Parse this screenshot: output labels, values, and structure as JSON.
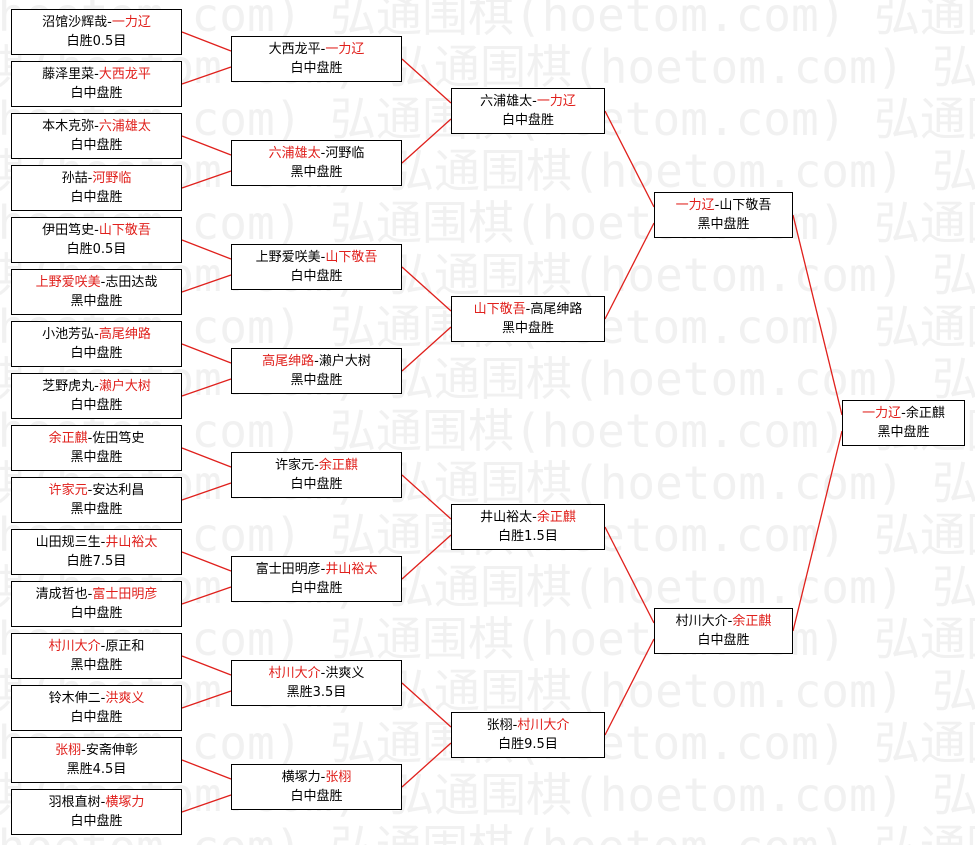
{
  "watermark": {
    "text": "弘通围棋(hoetom.com)",
    "rows": [
      "(hoetom.com) 弘通围棋(hoetom.com) 弘通围棋(ho",
      "通围棋(hoetom.com) 弘通围棋(hoetom.com) 弘通围棋(h",
      "(hoetom.com) 弘通围棋(hoetom.com) 弘通围棋(ho",
      "通围棋(hoetom.com) 弘通围棋(hoetom.com) 弘通围棋(h",
      "(hoetom.com) 弘通围棋(hoetom.com) 弘通围棋(ho",
      "通围棋(hoetom.com) 弘通围棋(hoetom.com) 弘通围棋(h",
      "(hoetom.com) 弘通围棋(hoetom.com) 弘通围棋(ho",
      "通围棋(hoetom.com) 弘通围棋(hoetom.com) 弘通围棋(h",
      "(hoetom.com) 弘通围棋(hoetom.com) 弘通围棋(ho",
      "通围棋(hoetom.com) 弘通围棋(hoetom.com) 弘通围棋(h",
      "(hoetom.com) 弘通围棋(hoetom.com) 弘通围棋(ho",
      "通围棋(hoetom.com) 弘通围棋(hoetom.com) 弘通围棋(h",
      "(hoetom.com) 弘通围棋(hoetom.com) 弘通围棋(ho",
      "通围棋(hoetom.com) 弘通围棋(hoetom.com) 弘通围棋(h",
      "(hoetom.com) 弘通围棋(hoetom.com) 弘通围棋(ho",
      "通围棋(hoetom.com) 弘通围棋(hoetom.com) 弘通围棋(h",
      "(hoetom.com) 弘通围棋(hoetom.com) 弘通围棋(ho"
    ]
  },
  "colors": {
    "winner": "#e0201c",
    "line": "#e0201c",
    "text": "#000000",
    "border": "#000000"
  },
  "bracket": {
    "r1": [
      {
        "p1": "沼馆沙辉哉",
        "p2": "一力辽",
        "winner": 2,
        "result": "白胜0.5目"
      },
      {
        "p1": "藤泽里菜",
        "p2": "大西龙平",
        "winner": 2,
        "result": "白中盘胜"
      },
      {
        "p1": "本木克弥",
        "p2": "六浦雄太",
        "winner": 2,
        "result": "白中盘胜"
      },
      {
        "p1": "孙喆",
        "p2": "河野临",
        "winner": 2,
        "result": "白中盘胜"
      },
      {
        "p1": "伊田笃史",
        "p2": "山下敬吾",
        "winner": 2,
        "result": "白胜0.5目"
      },
      {
        "p1": "上野爱咲美",
        "p2": "志田达哉",
        "winner": 1,
        "result": "黑中盘胜"
      },
      {
        "p1": "小池芳弘",
        "p2": "高尾绅路",
        "winner": 2,
        "result": "白中盘胜"
      },
      {
        "p1": "芝野虎丸",
        "p2": "濑户大树",
        "winner": 2,
        "result": "白中盘胜"
      },
      {
        "p1": "余正麒",
        "p2": "佐田笃史",
        "winner": 1,
        "result": "黑中盘胜"
      },
      {
        "p1": "许家元",
        "p2": "安达利昌",
        "winner": 1,
        "result": "黑中盘胜"
      },
      {
        "p1": "山田规三生",
        "p2": "井山裕太",
        "winner": 2,
        "result": "白胜7.5目"
      },
      {
        "p1": "清成哲也",
        "p2": "富士田明彦",
        "winner": 2,
        "result": "白中盘胜"
      },
      {
        "p1": "村川大介",
        "p2": "原正和",
        "winner": 1,
        "result": "黑中盘胜"
      },
      {
        "p1": "铃木伸二",
        "p2": "洪爽义",
        "winner": 2,
        "result": "白中盘胜"
      },
      {
        "p1": "张栩",
        "p2": "安斋伸彰",
        "winner": 1,
        "result": "黑胜4.5目"
      },
      {
        "p1": "羽根直树",
        "p2": "横塚力",
        "winner": 2,
        "result": "白中盘胜"
      }
    ],
    "r2": [
      {
        "p1": "大西龙平",
        "p2": "一力辽",
        "winner": 2,
        "result": "白中盘胜"
      },
      {
        "p1": "六浦雄太",
        "p2": "河野临",
        "winner": 1,
        "result": "黑中盘胜"
      },
      {
        "p1": "上野爱咲美",
        "p2": "山下敬吾",
        "winner": 2,
        "result": "白中盘胜"
      },
      {
        "p1": "高尾绅路",
        "p2": "濑户大树",
        "winner": 1,
        "result": "黑中盘胜"
      },
      {
        "p1": "许家元",
        "p2": "余正麒",
        "winner": 2,
        "result": "白中盘胜"
      },
      {
        "p1": "富士田明彦",
        "p2": "井山裕太",
        "winner": 2,
        "result": "白中盘胜"
      },
      {
        "p1": "村川大介",
        "p2": "洪爽义",
        "winner": 1,
        "result": "黑胜3.5目"
      },
      {
        "p1": "横塚力",
        "p2": "张栩",
        "winner": 2,
        "result": "白中盘胜"
      }
    ],
    "r3": [
      {
        "p1": "六浦雄太",
        "p2": "一力辽",
        "winner": 2,
        "result": "白中盘胜"
      },
      {
        "p1": "山下敬吾",
        "p2": "高尾绅路",
        "winner": 1,
        "result": "黑中盘胜"
      },
      {
        "p1": "井山裕太",
        "p2": "余正麒",
        "winner": 2,
        "result": "白胜1.5目"
      },
      {
        "p1": "张栩",
        "p2": "村川大介",
        "winner": 2,
        "result": "白胜9.5目"
      }
    ],
    "r4": [
      {
        "p1": "一力辽",
        "p2": "山下敬吾",
        "winner": 1,
        "result": "黑中盘胜"
      },
      {
        "p1": "村川大介",
        "p2": "余正麒",
        "winner": 2,
        "result": "白中盘胜"
      }
    ],
    "r5": [
      {
        "p1": "一力辽",
        "p2": "余正麒",
        "winner": 1,
        "result": "黑中盘胜"
      }
    ]
  }
}
